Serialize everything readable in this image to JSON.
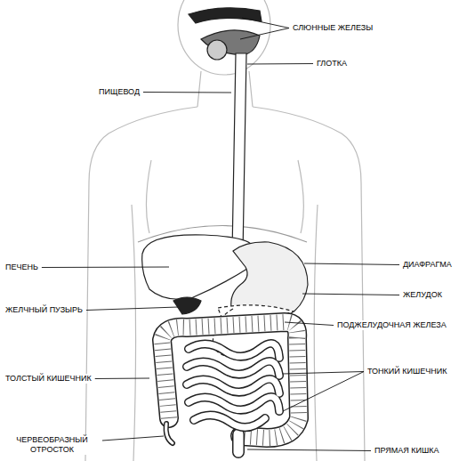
{
  "diagram": {
    "labels": [
      "СЛЮННЫЕ ЖЕЛЕЗЫ",
      "ГЛОТКА",
      "ПИЩЕВОД",
      "ПЕЧЕНЬ",
      "ДИАФРАГМА",
      "ЖЕЛУДОК",
      "ЖЕЛЧНЫЙ ПУЗЫРЬ",
      "ПОДЖЕЛУДОЧНАЯ ЖЕЛЕЗА",
      "ТОЛСТЫЙ КИШЕЧНИК",
      "ТОНКИЙ КИШЕЧНИК",
      "ЧЕРВЕОБРАЗНЫЙ ОТРОСТОК",
      "ПРЯМАЯ КИШКА"
    ]
  }
}
